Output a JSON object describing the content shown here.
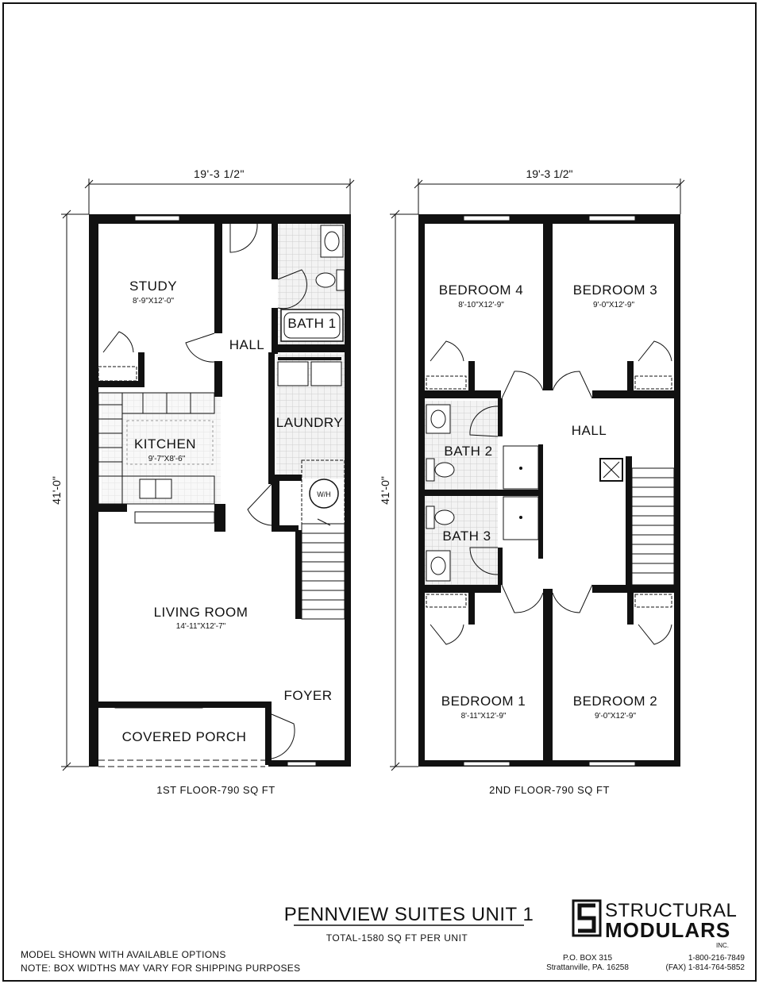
{
  "first_floor": {
    "width_dim": "19'-3 1/2\"",
    "depth_dim": "41'-0\"",
    "caption": "1ST FLOOR-790 SQ FT",
    "rooms": {
      "study": {
        "name": "STUDY",
        "size": "8'-9\"X12'-0\""
      },
      "hall": {
        "name": "HALL"
      },
      "bath1": {
        "name": "BATH 1"
      },
      "kitchen": {
        "name": "KITCHEN",
        "size": "9'-7\"X8'-6\""
      },
      "laundry": {
        "name": "LAUNDRY"
      },
      "wh": {
        "name": "W/H"
      },
      "living": {
        "name": "LIVING ROOM",
        "size": "14'-11\"X12'-7\""
      },
      "foyer": {
        "name": "FOYER"
      },
      "porch": {
        "name": "COVERED PORCH"
      }
    }
  },
  "second_floor": {
    "width_dim": "19'-3 1/2\"",
    "depth_dim": "41'-0\"",
    "caption": "2ND FLOOR-790 SQ FT",
    "rooms": {
      "bed4": {
        "name": "BEDROOM 4",
        "size": "8'-10\"X12'-9\""
      },
      "bed3": {
        "name": "BEDROOM 3",
        "size": "9'-0\"X12'-9\""
      },
      "hall": {
        "name": "HALL"
      },
      "bath2": {
        "name": "BATH 2"
      },
      "bath3": {
        "name": "BATH 3"
      },
      "bed1": {
        "name": "BEDROOM 1",
        "size": "8'-11\"X12'-9\""
      },
      "bed2": {
        "name": "BEDROOM 2",
        "size": "9'-0\"X12'-9\""
      }
    }
  },
  "title_block": {
    "title": "PENNVIEW SUITES UNIT 1",
    "total": "TOTAL-1580 SQ FT PER UNIT",
    "notes": [
      "MODEL SHOWN WITH AVAILABLE OPTIONS",
      "NOTE: BOX WIDTHS MAY VARY FOR SHIPPING PURPOSES"
    ],
    "company": {
      "name_line1": "STRUCTURAL",
      "name_line2": "MODULARS",
      "suffix": "INC.",
      "po_box": "P.O. BOX 315",
      "city": "Strattanville, PA. 16258",
      "phone": "1-800-216-7849",
      "fax": "(FAX) 1-814-764-5852"
    }
  }
}
